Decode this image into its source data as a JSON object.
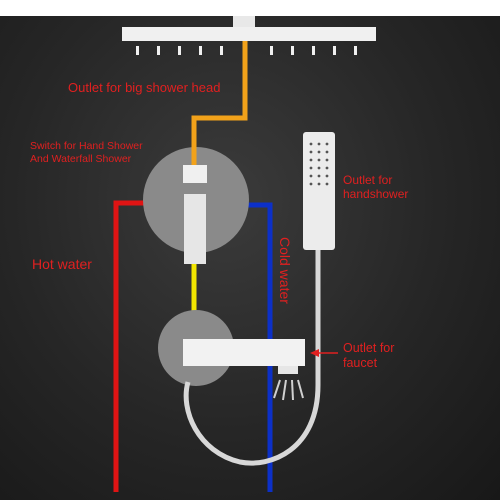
{
  "labels": {
    "big_shower_outlet": "Outlet for big shower head",
    "switch_line1": "Switch for Hand Shower",
    "switch_line2": "And Waterfall Shower",
    "handshower_line1": "Outlet for",
    "handshower_line2": "handshower",
    "hot_water": "Hot water",
    "cold_water": "Cold water",
    "faucet_line1": "Outlet for",
    "faucet_line2": "faucet"
  },
  "colors": {
    "hot_pipe": "#e01414",
    "cold_pipe": "#0c30c8",
    "shower_pipe": "#f2a21a",
    "link_pipe": "#f2e600",
    "label_text": "#e02020",
    "fixture": "#d8d8d8",
    "valve_body": "#8a8a8a"
  }
}
